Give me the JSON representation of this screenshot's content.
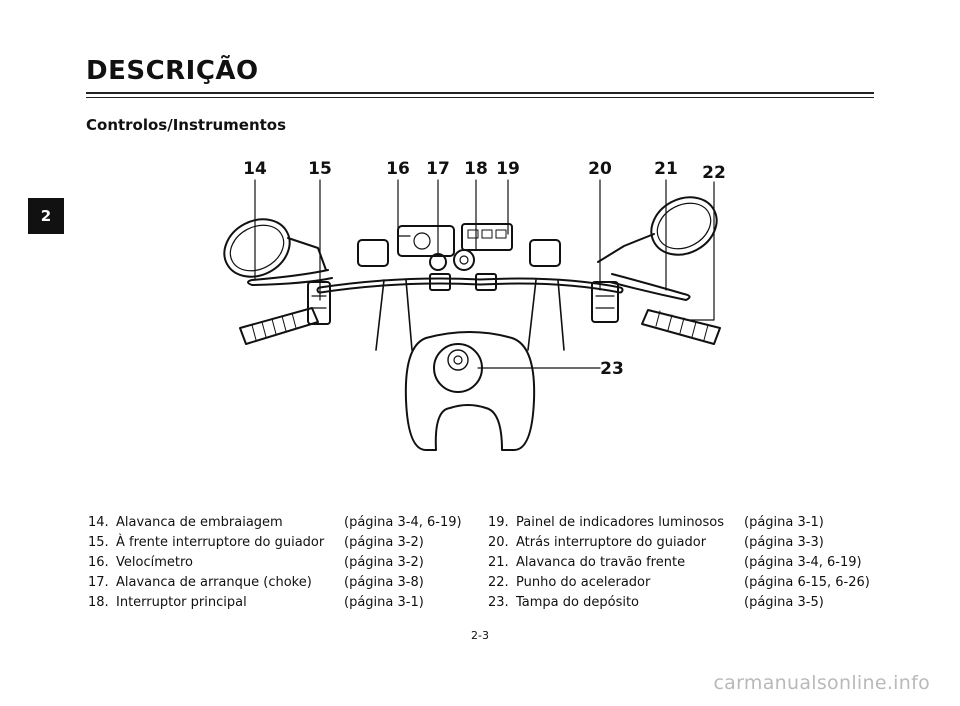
{
  "chapter_tab": "2",
  "header": {
    "title": "DESCRIÇÃO",
    "subtitle": "Controlos/Instrumentos"
  },
  "diagram": {
    "callouts": [
      "14",
      "15",
      "16",
      "17",
      "18",
      "19",
      "20",
      "21",
      "22",
      "23"
    ]
  },
  "legend": {
    "left": [
      {
        "num": "14.",
        "text": "Alavanca de embraiagem",
        "page": "(página 3-4, 6-19)"
      },
      {
        "num": "15.",
        "text": "À frente interruptore do guiador",
        "page": "(página 3-2)"
      },
      {
        "num": "16.",
        "text": "Velocímetro",
        "page": "(página 3-2)"
      },
      {
        "num": "17.",
        "text": "Alavanca de arranque (choke)",
        "page": "(página 3-8)"
      },
      {
        "num": "18.",
        "text": "Interruptor principal",
        "page": "(página 3-1)"
      }
    ],
    "right": [
      {
        "num": "19.",
        "text": "Painel de indicadores luminosos",
        "page": "(página 3-1)"
      },
      {
        "num": "20.",
        "text": "Atrás interruptore do guiador",
        "page": "(página 3-3)"
      },
      {
        "num": "21.",
        "text": "Alavanca do travão frente",
        "page": "(página 3-4, 6-19)"
      },
      {
        "num": "22.",
        "text": "Punho do acelerador",
        "page": "(página 6-15, 6-26)"
      },
      {
        "num": "23.",
        "text": "Tampa do depósito",
        "page": "(página 3-5)"
      }
    ]
  },
  "footer": {
    "page_number": "2-3",
    "watermark": "carmanualsonline.info"
  }
}
